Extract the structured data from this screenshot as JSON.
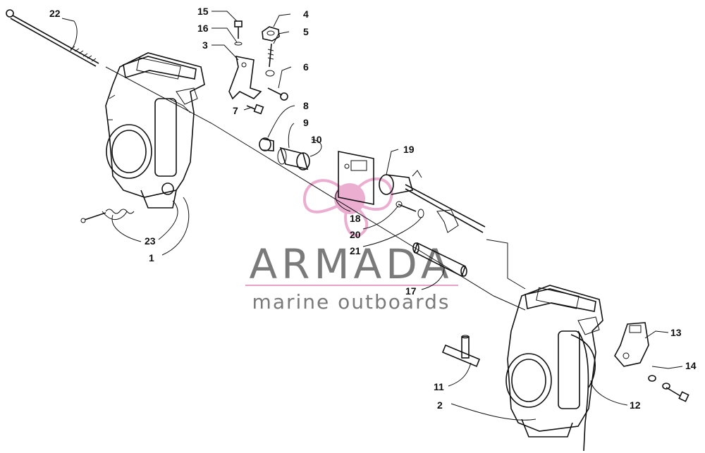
{
  "callouts": {
    "c1": "1",
    "c2": "2",
    "c3": "3",
    "c4": "4",
    "c5": "5",
    "c6": "6",
    "c7": "7",
    "c8": "8",
    "c9": "9",
    "c10": "10",
    "c11": "11",
    "c12": "12",
    "c13": "13",
    "c14": "14",
    "c15": "15",
    "c16": "16",
    "c17": "17",
    "c18": "18",
    "c19": "19",
    "c20": "20",
    "c21": "21",
    "c22": "22",
    "c23": "23"
  },
  "watermark": {
    "brand": "ARMADA",
    "tagline": "marine outboards",
    "brand_color": "#7a7a7a",
    "accent_color": "#e8a0c8",
    "logo_icon": "propeller-logo-icon"
  }
}
